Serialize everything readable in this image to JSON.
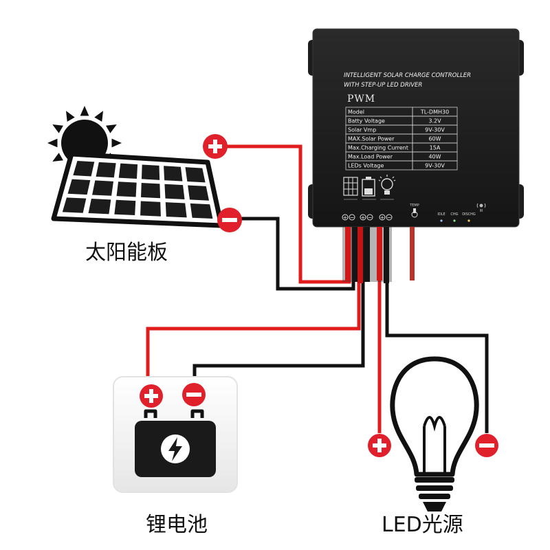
{
  "controller": {
    "title_line1": "INTELLIGENT SOLAR CHARGE CONTROLLER",
    "title_line2": "WITH STEP-UP LED DRIVER",
    "mode": "PWM",
    "specs": [
      {
        "label": "Model",
        "value": "TL-DMH30"
      },
      {
        "label": "Batty Voltage",
        "value": "3.2V"
      },
      {
        "label": "Solar Vmp",
        "value": "9V-30V"
      },
      {
        "label": "MAX.Solar Power",
        "value": "60W"
      },
      {
        "label": "Max.Charging Current",
        "value": "15A"
      },
      {
        "label": "Max.Load Power",
        "value": "40W"
      },
      {
        "label": "LEDs Voltage",
        "value": "9V-30V"
      }
    ],
    "temp_label": "TEMP",
    "indicators": [
      "IDLE",
      "CHG",
      "DISCHG"
    ],
    "ir_label": "IR"
  },
  "components": {
    "solar_panel": "太阳能板",
    "battery": "锂电池",
    "led": "LED光源"
  },
  "colors": {
    "positive_wire": "#e01c1c",
    "negative_wire": "#111111",
    "controller_body": "#202020",
    "terminal_positive": "#e0202a",
    "background": "#ffffff"
  },
  "icons": [
    "sun-icon",
    "solar-panel-icon",
    "battery-icon",
    "lightning-bolt-icon",
    "light-bulb-icon",
    "plus-terminal-icon",
    "minus-terminal-icon"
  ]
}
